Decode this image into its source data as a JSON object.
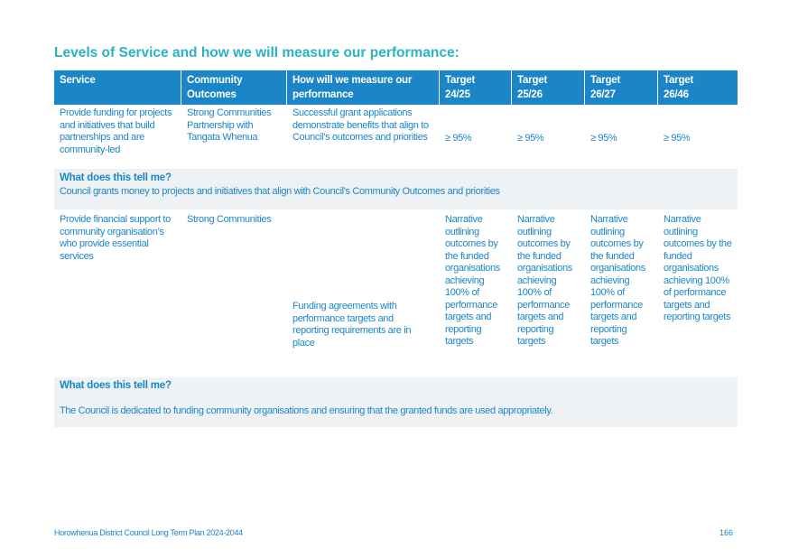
{
  "title": "Levels of Service and how we will measure our performance:",
  "headers": {
    "service": "Service",
    "outcomes": "Community Outcomes",
    "measure": "How will we measure our performance",
    "t1": "Target 24/25",
    "t2": "Target 25/26",
    "t3": "Target 26/27",
    "t4": "Target 26/46"
  },
  "row1": {
    "service": "Provide funding for projects and initiatives that build partnerships and are community-led",
    "outcomes": "Strong Communities Partnership with Tangata Whenua",
    "measure": "Successful grant applications demonstrate benefits that align to Council’s outcomes and priorities",
    "t1": "≥ 95%",
    "t2": "≥ 95%",
    "t3": "≥ 95%",
    "t4": "≥ 95%"
  },
  "tell1": {
    "heading": "What does this tell me?",
    "text": "Council grants money to projects and initiatives that align with Council's Community Outcomes and priorities"
  },
  "row2": {
    "service": "Provide financial support to community organisation’s who provide essential services",
    "outcomes": "Strong Communities",
    "measure": "Funding agreements with performance targets and reporting requirements are in place",
    "t1": "Narrative outlining outcomes by the funded organisations achieving 100% of performance targets and reporting targets",
    "t2": "Narrative outlining outcomes by the funded organisations achieving 100% of performance targets and reporting targets",
    "t3": "Narrative outlining outcomes by the funded organisations achieving 100% of performance targets and reporting targets",
    "t4": "Narrative outlining outcomes by the funded organisations achieving 100% of performance targets and reporting targets"
  },
  "tell2": {
    "heading": "What does this tell me?",
    "text": "The Council is dedicated to funding community organisations and ensuring that the granted funds are used appropriately."
  },
  "footer": {
    "left": "Horowhenua District Council Long Term Plan 2024-2044",
    "page": "166"
  }
}
